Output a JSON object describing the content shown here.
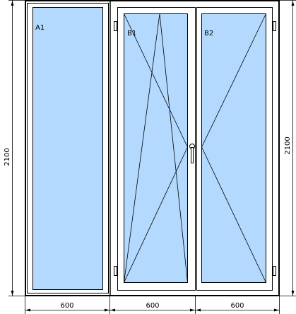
{
  "panes": {
    "a1": "A1",
    "b1": "B1",
    "b2": "B2"
  },
  "dimensions": {
    "height_left": "2100",
    "height_right": "2100",
    "width_1": "600",
    "width_2": "600",
    "width_3": "600"
  },
  "colors": {
    "glass": "#b3d9ff",
    "frame": "#ffffff",
    "line": "#000000"
  }
}
